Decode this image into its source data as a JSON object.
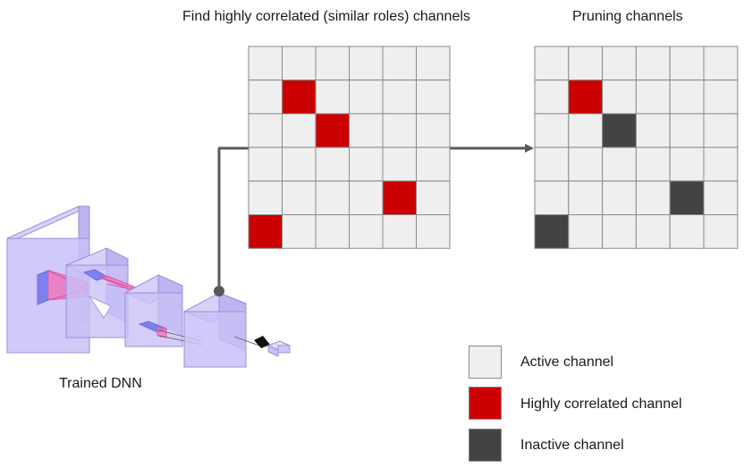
{
  "titles": {
    "correlation": "Find highly correlated (similar roles) channels",
    "pruning": "Pruning channels"
  },
  "network_label": "Trained DNN",
  "colors": {
    "active": "#efefef",
    "correlated": "#cc0000",
    "inactive": "#434343",
    "grid_line": "#8a8a8a",
    "arrow": "#595959",
    "layer_fill": "#c9c0f6",
    "layer_stroke": "#9a8fd8",
    "kernel_fill": "#8e8ff0",
    "field_fill": "#f06bb7"
  },
  "grids": {
    "rows": 6,
    "cols": 6,
    "correlation_cells": [
      {
        "row": 1,
        "col": 1,
        "state": "correlated"
      },
      {
        "row": 2,
        "col": 2,
        "state": "correlated"
      },
      {
        "row": 4,
        "col": 4,
        "state": "correlated"
      },
      {
        "row": 5,
        "col": 0,
        "state": "correlated"
      }
    ],
    "pruning_cells": [
      {
        "row": 1,
        "col": 1,
        "state": "correlated"
      },
      {
        "row": 2,
        "col": 2,
        "state": "inactive"
      },
      {
        "row": 4,
        "col": 4,
        "state": "inactive"
      },
      {
        "row": 5,
        "col": 0,
        "state": "inactive"
      }
    ]
  },
  "legend": [
    {
      "label": "Active channel",
      "state": "active"
    },
    {
      "label": "Highly correlated channel",
      "state": "correlated"
    },
    {
      "label": "Inactive channel",
      "state": "inactive"
    }
  ]
}
